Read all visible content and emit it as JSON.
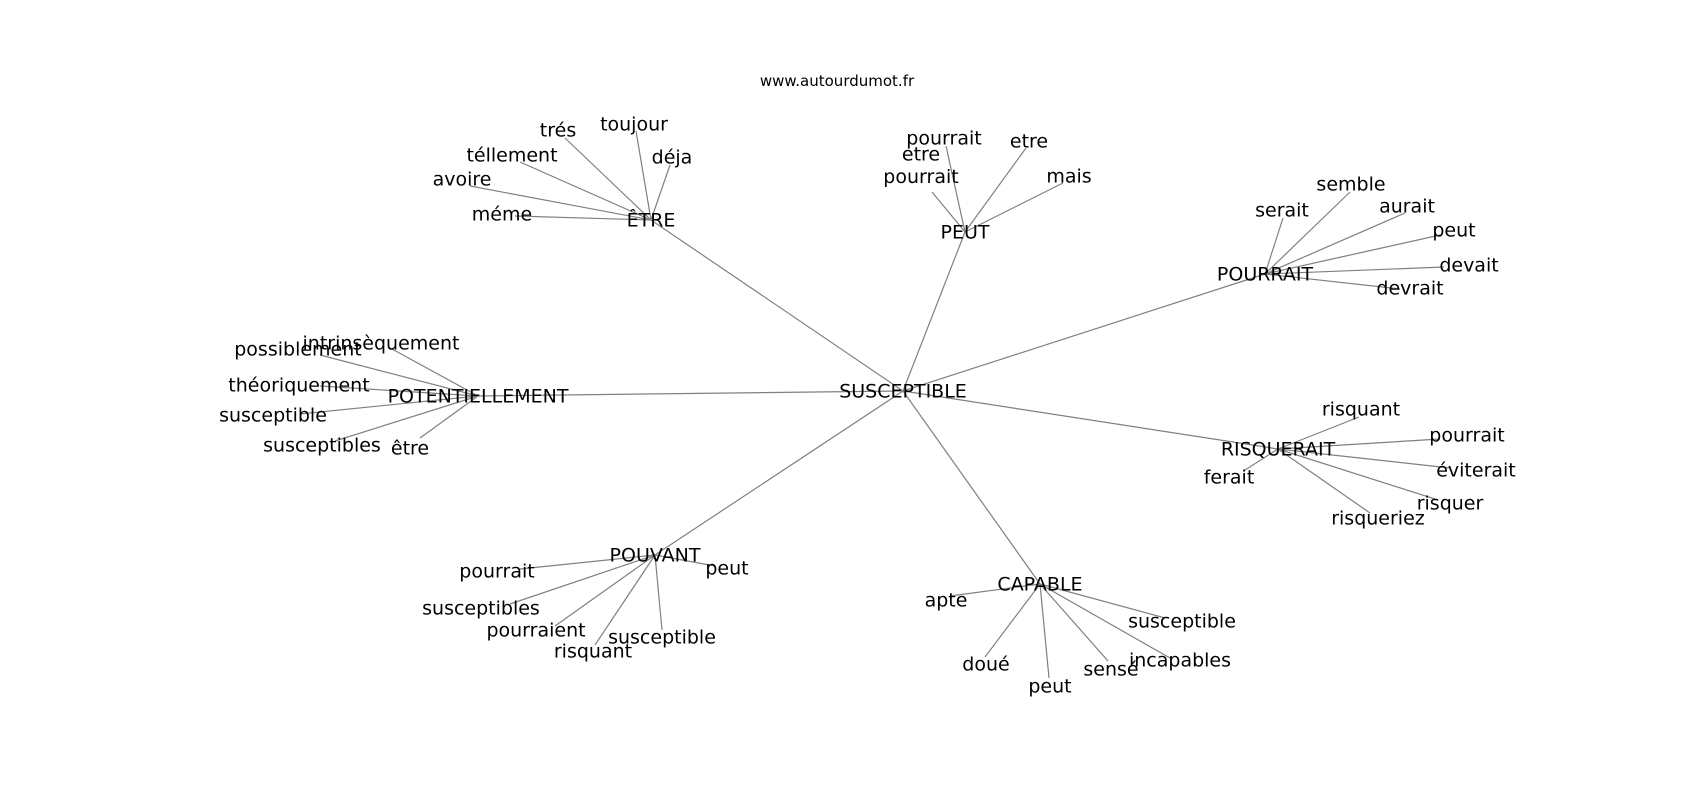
{
  "header": {
    "source": "www.autourdumot.fr"
  },
  "colors": {
    "edge": "#808080",
    "text": "#000000",
    "background": "#ffffff"
  },
  "graph": {
    "center": "SUSCEPTIBLE",
    "hubs": [
      {
        "label": "ÊTRE",
        "leaves": [
          "trés",
          "toujour",
          "téllement",
          "déja",
          "avoire",
          "méme"
        ]
      },
      {
        "label": "PEUT",
        "leaves": [
          "pourrait",
          "etre",
          "etre\npourrait",
          "mais"
        ]
      },
      {
        "label": "POURRAIT",
        "leaves": [
          "semble",
          "serait",
          "aurait",
          "peut",
          "devait",
          "devrait"
        ]
      },
      {
        "label": "POTENTIELLEMENT",
        "leaves": [
          "intrinsèquement",
          "possiblement",
          "théoriquement",
          "susceptible",
          "susceptibles",
          "être"
        ]
      },
      {
        "label": "RISQUERAIT",
        "leaves": [
          "risquant",
          "pourrait",
          "éviterait",
          "ferait",
          "risquer",
          "risqueriez"
        ]
      },
      {
        "label": "POUVANT",
        "leaves": [
          "pourrait",
          "peut",
          "susceptibles",
          "pourraient",
          "susceptible",
          "risquant"
        ]
      },
      {
        "label": "CAPABLE",
        "leaves": [
          "apte",
          "susceptible",
          "incapables",
          "doué",
          "sensé",
          "peut"
        ]
      }
    ]
  }
}
